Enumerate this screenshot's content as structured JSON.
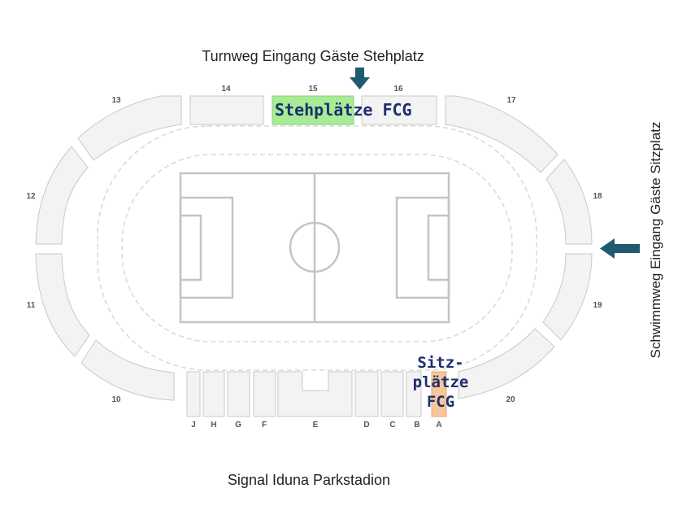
{
  "captions": {
    "top": "Turnweg Eingang Gäste Stehplatz",
    "right": "Schwimmweg Eingang Gäste Sitzplatz",
    "bottom": "Signal Iduna Parkstadion"
  },
  "sections": {
    "s10": "10",
    "s11": "11",
    "s12": "12",
    "s13": "13",
    "s14": "14",
    "s15": "15",
    "s16": "16",
    "s17": "17",
    "s18": "18",
    "s19": "19",
    "s20": "20"
  },
  "lower_blocks": {
    "J": "J",
    "H": "H",
    "G": "G",
    "F": "F",
    "E": "E",
    "D": "D",
    "C": "C",
    "B": "B",
    "A": "A"
  },
  "annotations": {
    "standing": "Stehplätze FCG",
    "seating_1": "Sitz-",
    "seating_2": "plätze",
    "seating_3": "FCG"
  },
  "colors": {
    "standing_highlight": "#a7eb95",
    "seating_highlight": "#f7c79b",
    "arrow": "#1f5a6f",
    "handwriting": "#1c2f6e"
  }
}
